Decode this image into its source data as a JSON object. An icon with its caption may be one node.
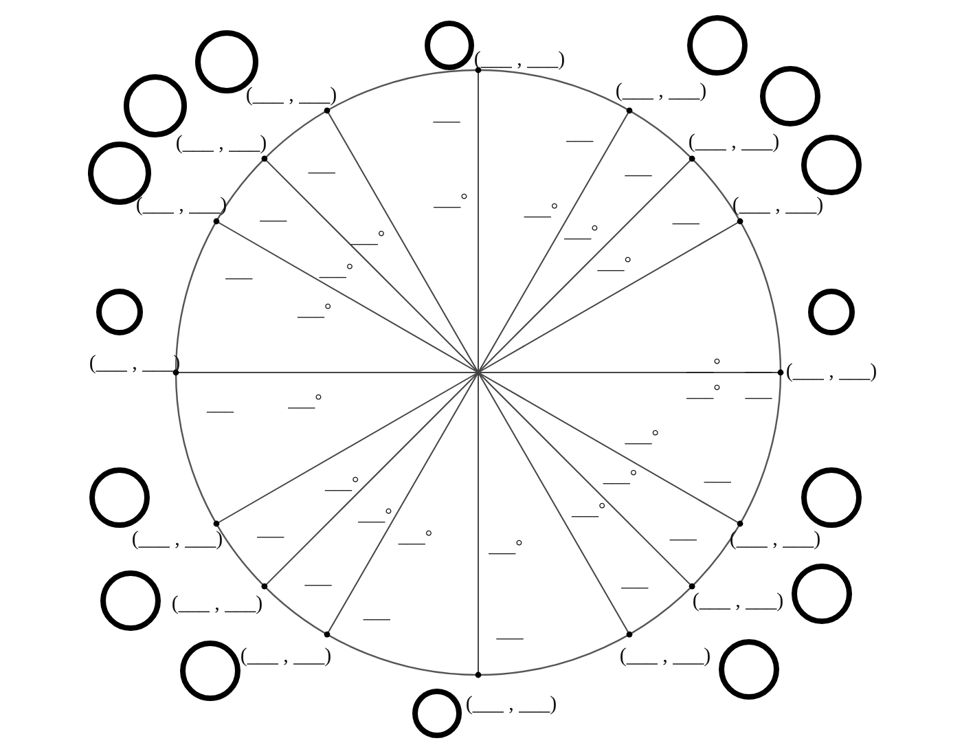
{
  "diagram": {
    "nodes": [
      {
        "text": [],
        "shape": "circle"
      },
      {
        "text": [],
        "shape": "circle"
      },
      {
        "text": [],
        "shape": "circle"
      },
      {
        "text": [],
        "shape": "circle"
      },
      {
        "text": [],
        "shape": "circle"
      },
      {
        "text": [],
        "shape": "circle"
      },
      {
        "text": [],
        "shape": "circle"
      },
      {
        "text": [],
        "shape": "circle"
      },
      {
        "text": [],
        "shape": "circle"
      },
      {
        "text": [],
        "shape": "circle"
      },
      {
        "text": [],
        "shape": "circle"
      },
      {
        "text": [],
        "shape": "circle"
      },
      {
        "text": [],
        "shape": "circle"
      },
      {
        "text": [],
        "shape": "circle"
      },
      {
        "text": [],
        "shape": "circle"
      },
      {
        "text": [],
        "shape": "circle"
      }
    ],
    "labels": [
      "(___ , ___)",
      "___",
      "___°",
      "___",
      "___°",
      "(___ , ___)",
      "___",
      "___°",
      "(___ , ___)",
      "___",
      "___°",
      "(___ , ___)",
      "___",
      "___°",
      "(___ , ___)",
      "___",
      "___°",
      "(___ , ___)",
      "___",
      "___°",
      "(___ , ___)",
      "___",
      "___°",
      "(___ , ___)",
      "___",
      "___°",
      "(___ , ___)",
      "___",
      "___°",
      "(___ , ___)",
      "___",
      "___°",
      "(___ , ___)",
      "___",
      "___°",
      "(___ , ___)",
      "___",
      "___°",
      "(___ , ___)",
      "___",
      "___°",
      "(___ , ___)",
      "___",
      "___°",
      "(___ , ___)",
      "___",
      "___°",
      "(___ , ___)",
      "___",
      "___°"
    ]
  }
}
